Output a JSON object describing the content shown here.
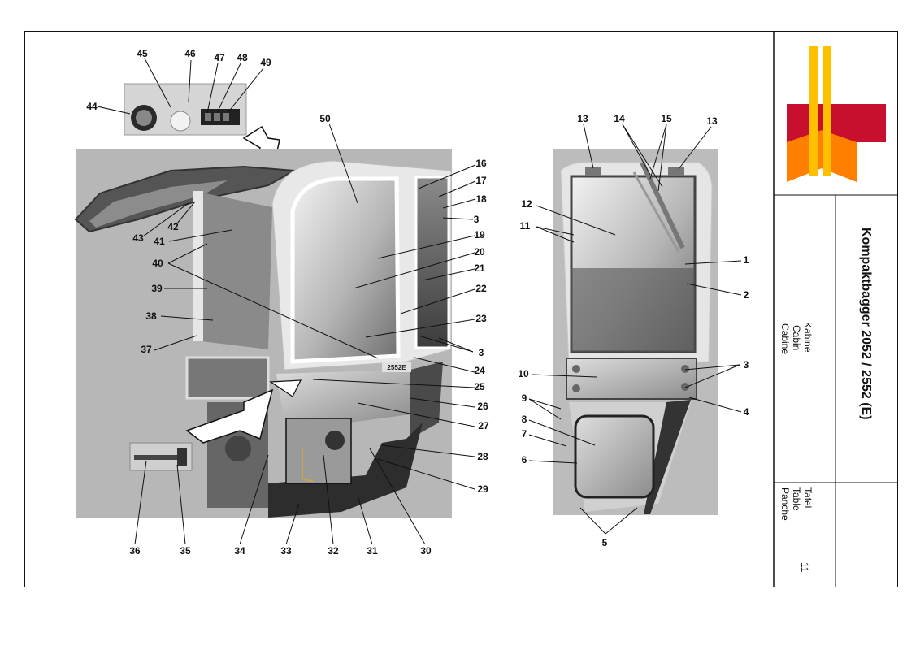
{
  "title_block": {
    "title": "Kompaktbagger 2052 / 2552 (E)",
    "section_de": "Kabine",
    "section_en": "Cabin",
    "section_fr": "Cabine",
    "plate_de": "Tafel",
    "plate_en": "Table",
    "plate_fr": "Panche",
    "plate_number": "11"
  },
  "cab_badge": "2552E",
  "logo": {
    "red": "#c8102e",
    "orange": "#ff8000",
    "yellow": "#ffc000"
  },
  "callouts_left": [
    "44",
    "45",
    "46",
    "47",
    "48",
    "49",
    "50",
    "16",
    "17",
    "18",
    "3",
    "19",
    "20",
    "21",
    "22",
    "23",
    "3",
    "24",
    "25",
    "26",
    "27",
    "28",
    "29",
    "30",
    "31",
    "32",
    "33",
    "34",
    "35",
    "36",
    "37",
    "38",
    "39",
    "40",
    "41",
    "42",
    "43"
  ],
  "callouts_right": [
    "13",
    "14",
    "15",
    "13",
    "12",
    "11",
    "1",
    "2",
    "3",
    "4",
    "10",
    "9",
    "8",
    "7",
    "6",
    "5"
  ]
}
